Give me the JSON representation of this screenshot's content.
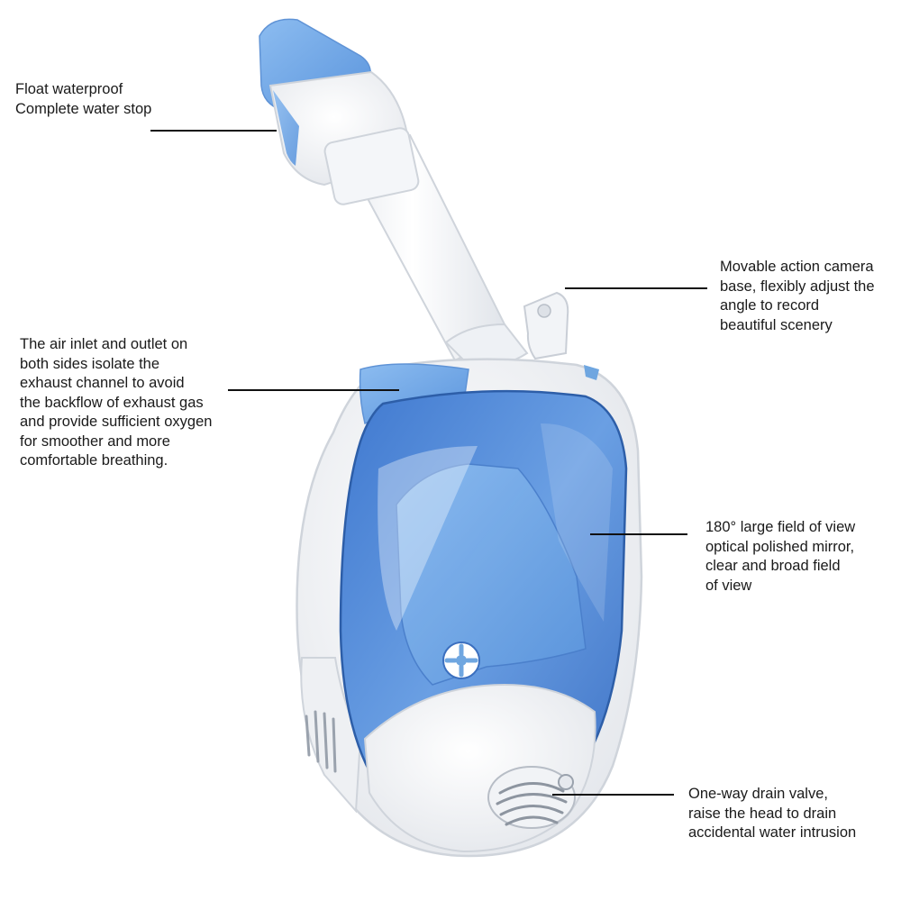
{
  "callouts": {
    "float": {
      "lines": [
        "Float waterproof",
        "Complete water stop"
      ]
    },
    "camera": {
      "lines": [
        "Movable action camera",
        "base, flexibly adjust the",
        "angle to record",
        "beautiful scenery"
      ]
    },
    "air": {
      "lines": [
        "The air inlet and outlet on",
        "both sides isolate the",
        "exhaust channel to avoid",
        "the backflow of exhaust gas",
        "and provide sufficient oxygen",
        "for smoother and more",
        "comfortable breathing."
      ]
    },
    "view": {
      "lines": [
        "180° large field of view",
        "optical polished mirror,",
        "clear and broad field",
        "of view"
      ]
    },
    "drain": {
      "lines": [
        "One-way drain valve,",
        "raise the head to drain",
        "accidental water intrusion"
      ]
    }
  },
  "colors": {
    "accent_blue": "#6fa6e0",
    "lens_blue": "#4f86d6",
    "shell_white": "#f6f7f9",
    "leader_line": "#111111"
  }
}
